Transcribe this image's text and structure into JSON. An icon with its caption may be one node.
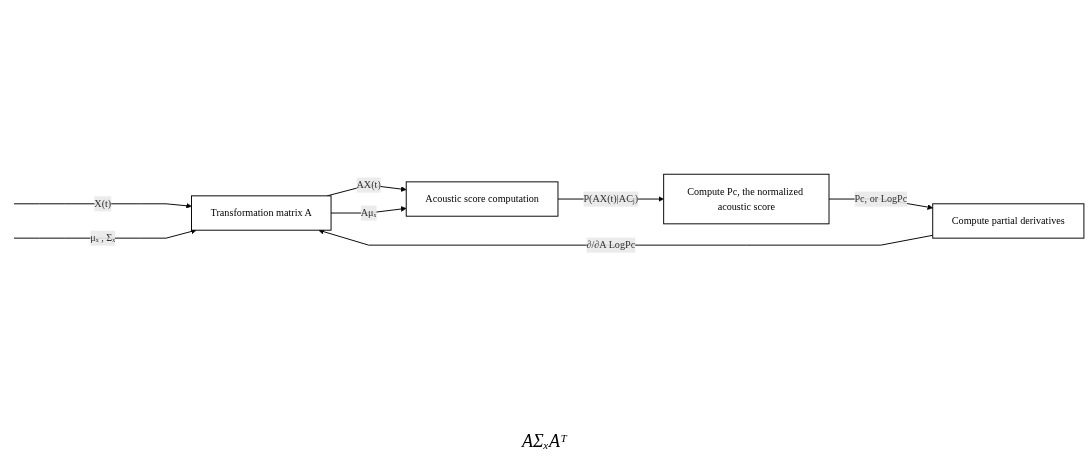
{
  "diagram": {
    "nodes": [
      {
        "text": [
          "Transformation matrix A"
        ]
      },
      {
        "text": [
          "Acoustic score computation"
        ]
      },
      {
        "text": [
          "Compute Pc, the normalized acoustic score"
        ]
      },
      {
        "text": [
          "Compute partial derivatives"
        ]
      }
    ],
    "edges": [
      {
        "from": null,
        "to": 0,
        "arrow": "to",
        "label": "X(t)"
      },
      {
        "from": null,
        "to": 0,
        "arrow": "to",
        "label": "μₓ , Σₓ"
      },
      {
        "from": 0,
        "to": 1,
        "arrow": "to",
        "label": "AX(t)"
      },
      {
        "from": 0,
        "to": 1,
        "arrow": "to",
        "label": "Aμₓ"
      },
      {
        "from": 1,
        "to": 2,
        "arrow": "to",
        "label": "P(AX(t)|ACⱼ)"
      },
      {
        "from": 2,
        "to": 3,
        "arrow": "to",
        "label": "Pc, or LogPc"
      },
      {
        "from": 3,
        "to": 0,
        "arrow": "to",
        "label": "∂/∂A LogPc"
      }
    ],
    "labels": [
      "AΣₓAᵀ"
    ]
  }
}
